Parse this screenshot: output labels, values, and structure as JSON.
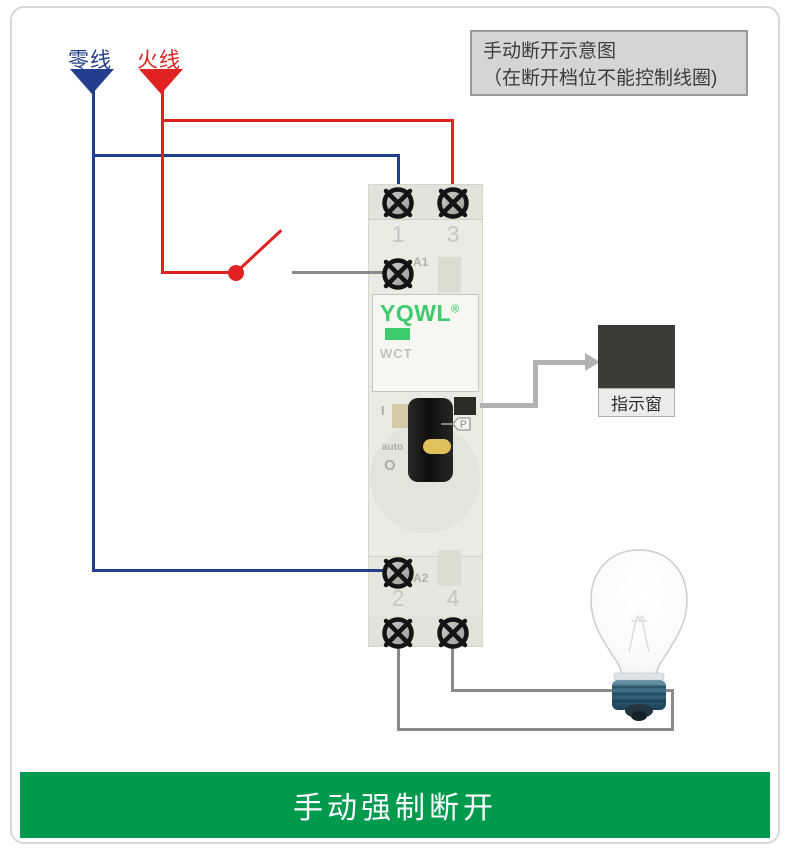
{
  "info_box": {
    "line1": "手动断开示意图",
    "line2": "（在断开档位不能控制线圈)"
  },
  "wiring": {
    "neutral_label": "零线",
    "live_label": "火线"
  },
  "device": {
    "brand": "YQWL",
    "registered_mark": "®",
    "model": "WCT",
    "terminal_top_left": "1",
    "terminal_top_right": "3",
    "coil_top": "A1",
    "coil_bottom": "A2",
    "terminal_bottom_left": "2",
    "terminal_bottom_right": "4",
    "switch_on": "I",
    "switch_auto": "auto",
    "switch_off": "O",
    "switch_pad": "P"
  },
  "indicator_window": {
    "label": "指示窗"
  },
  "banner": {
    "text": "手动强制断开"
  },
  "colors": {
    "neutral-blue": "#233e8e",
    "live-red": "#e02222",
    "wire-gray": "#8a8a8a",
    "arrow-gray": "#b2b2b2",
    "brand-green": "#3ecb6d",
    "banner-green": "#009a4e",
    "device-body": "#ebebe4",
    "device-strip": "#e3e3dc"
  }
}
